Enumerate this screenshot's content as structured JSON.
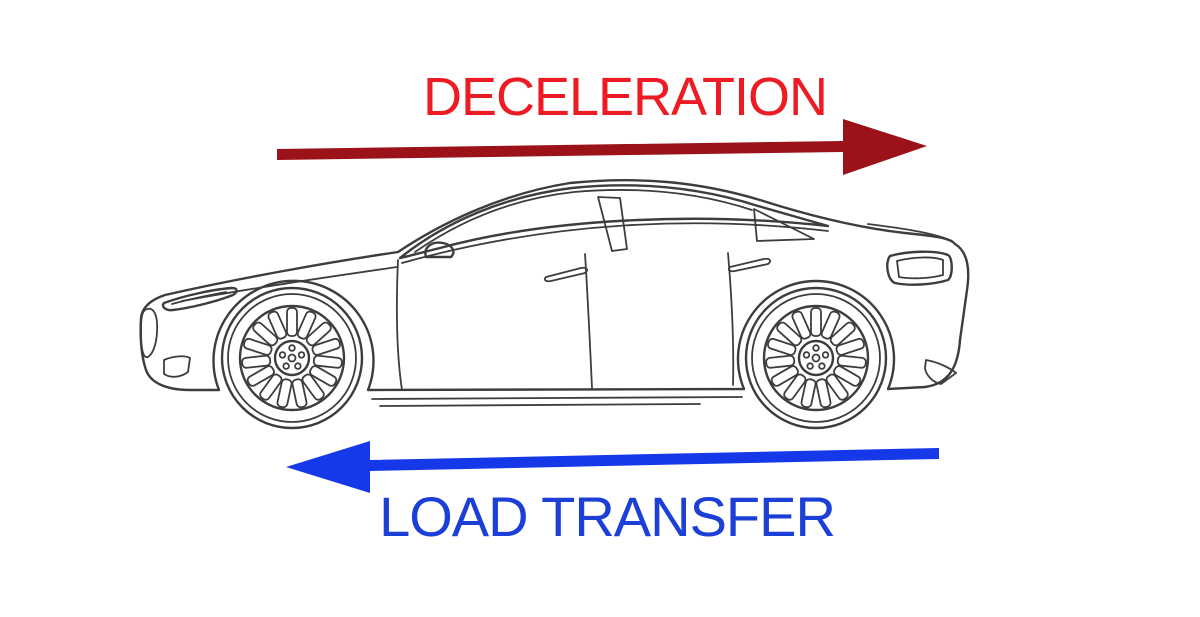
{
  "page": {
    "background": "#FFFFFF",
    "description": "Side-view line drawing of a four-door sedan with a deceleration arrow above and a load-transfer arrow below"
  },
  "deceleration": {
    "label": "DECELERATION",
    "text_color": "#ED1C24",
    "arrow_color": "#9B1218",
    "direction": "right"
  },
  "load_transfer": {
    "label": "LOAD TRANSFER",
    "text_color": "#1C3FD8",
    "arrow_color": "#1539E8",
    "direction": "left"
  },
  "car": {
    "subject": "sedan-side-view-line-drawing",
    "line_color": "#3D3D3D"
  }
}
